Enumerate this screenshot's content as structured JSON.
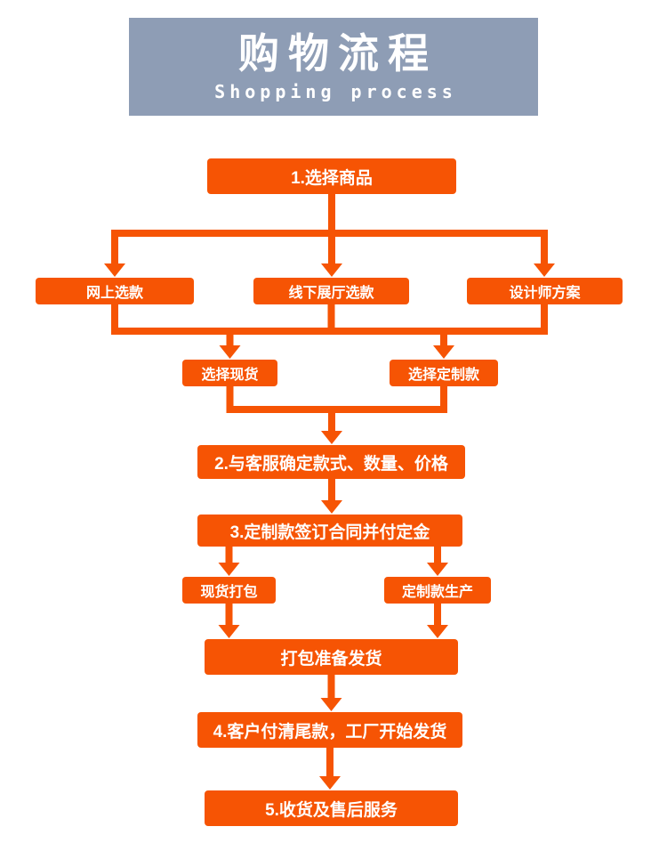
{
  "header": {
    "title": "购物流程",
    "subtitle": "Shopping process"
  },
  "colors": {
    "accent": "#f65404",
    "header_bg": "#8e9db5",
    "box_text": "#ffffff",
    "page_bg": "#ffffff"
  },
  "flow": {
    "step1": "1.选择商品",
    "branches": [
      "网上选款",
      "线下展厅选款",
      "设计师方案"
    ],
    "choices": [
      "选择现货",
      "选择定制款"
    ],
    "step2": "2.与客服确定款式、数量、价格",
    "step3": "3.定制款签订合同并付定金",
    "paths": [
      "现货打包",
      "定制款生产"
    ],
    "pack": "打包准备发货",
    "step4": "4.客户付清尾款，工厂开始发货",
    "step5": "5.收货及售后服务"
  }
}
